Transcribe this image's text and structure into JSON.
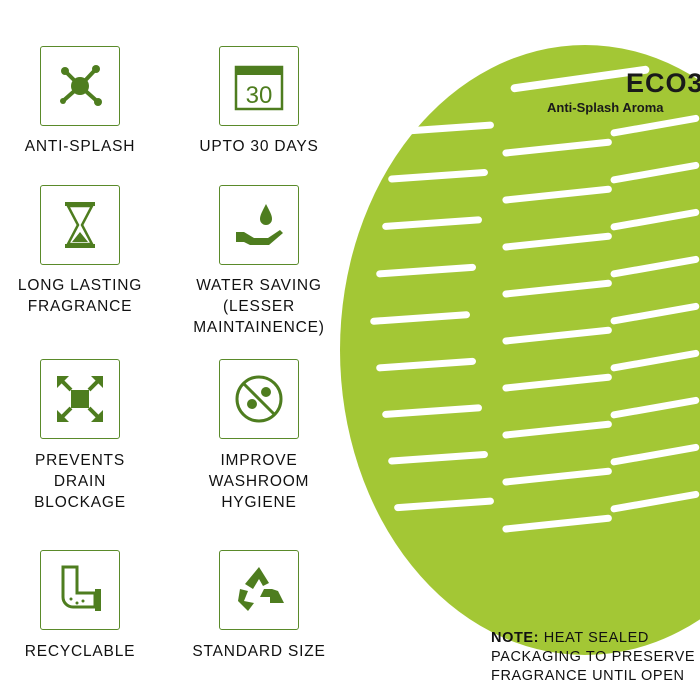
{
  "features": [
    {
      "icon": "splash-icon",
      "label": [
        "ANTI-SPLASH"
      ]
    },
    {
      "icon": "calendar-icon",
      "label": [
        "UPTO 30 DAYS"
      ],
      "calendar_number": "30"
    },
    {
      "icon": "hourglass-icon",
      "label": [
        "LONG LASTING",
        "FRAGRANCE"
      ]
    },
    {
      "icon": "water-hand-icon",
      "label": [
        "WATER SAVING",
        "(LESSER",
        "MAINTAINENCE)"
      ]
    },
    {
      "icon": "arrows-out-icon",
      "label": [
        "PREVENTS",
        "DRAIN",
        "BLOCKAGE"
      ]
    },
    {
      "icon": "no-germs-icon",
      "label": [
        "IMPROVE",
        "WASHROOM",
        "HYGIENE"
      ]
    },
    {
      "icon": "pipe-icon",
      "label": [
        "RECYCLABLE"
      ]
    },
    {
      "icon": "recycle-icon",
      "label": [
        "STANDARD SIZE"
      ]
    }
  ],
  "product": {
    "brand": "ECO3",
    "tagline": "Anti-Splash Aroma"
  },
  "note": {
    "prefix": "NOTE:",
    "text": " HEAT SEALED PACKAGING TO PRESERVE FRAGRANCE UNTIL OPEN"
  },
  "colors": {
    "icon_green": "#4e7d1f",
    "screen_green": "#a5c93a"
  }
}
